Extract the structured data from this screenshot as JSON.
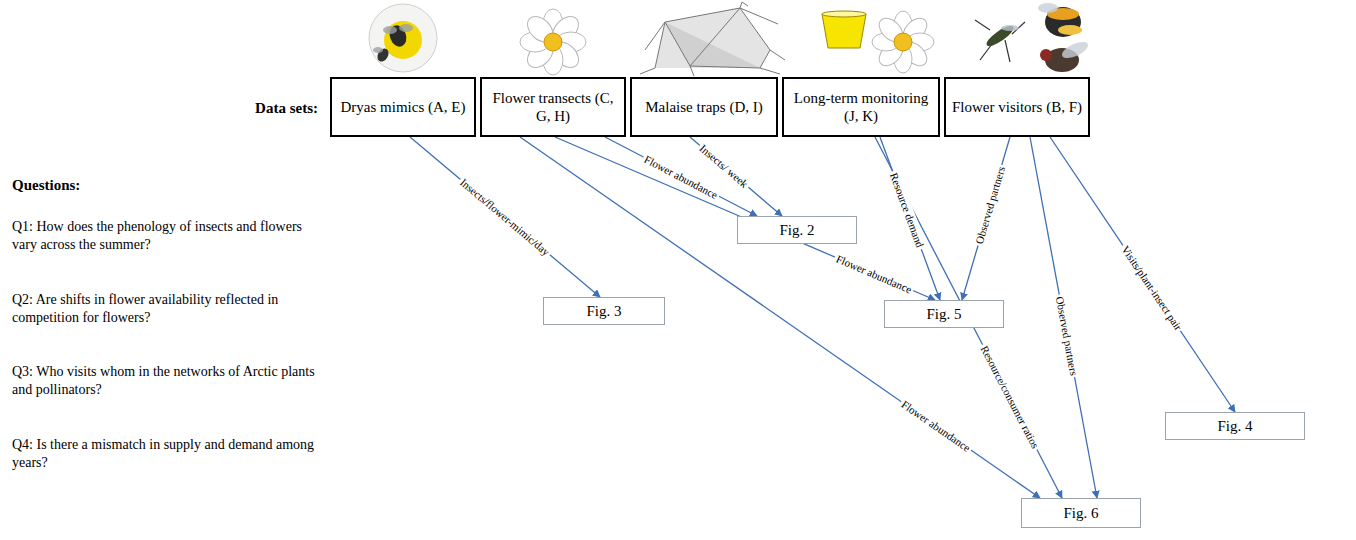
{
  "diagram": {
    "nodes": [
      {
        "text": [
          "Dryas mimics (A, E)"
        ]
      },
      {
        "text": [
          "Flower transects (C, G, H)"
        ]
      },
      {
        "text": [
          "Malaise traps (D, I)"
        ]
      },
      {
        "text": [
          "Long-term monitoring (J, K)"
        ]
      },
      {
        "text": [
          "Flower visitors (B, F)"
        ]
      },
      {
        "text": [
          "Fig. 2"
        ]
      },
      {
        "text": [
          "Fig. 3"
        ]
      },
      {
        "text": [
          "Fig. 5"
        ]
      },
      {
        "text": [
          "Fig. 4"
        ]
      },
      {
        "text": [
          "Fig. 6"
        ]
      }
    ],
    "edges": [
      {
        "from": 0,
        "to": 6,
        "label": "Insects/flower-mimic/day",
        "arrow": "to"
      },
      {
        "from": 1,
        "to": 5,
        "label": "Flower abundance",
        "arrow": "to"
      },
      {
        "from": 2,
        "to": 5,
        "label": "Insects/ week",
        "arrow": "to"
      },
      {
        "from": 1,
        "to": 7,
        "label": "Flower abundance",
        "arrow": "to"
      },
      {
        "from": 1,
        "to": 9,
        "label": "Flower abundance",
        "arrow": "to"
      },
      {
        "from": 3,
        "to": 7,
        "label": "Resource demand",
        "arrow": "to"
      },
      {
        "from": 3,
        "to": 9,
        "label": "Resource/consumer ratios",
        "arrow": "to"
      },
      {
        "from": 4,
        "to": 7,
        "label": "Observed partners",
        "arrow": "to"
      },
      {
        "from": 4,
        "to": 9,
        "label": "Observed partners",
        "arrow": "to"
      },
      {
        "from": 4,
        "to": 8,
        "label": "Visits/plant-insect pair",
        "arrow": "to"
      }
    ],
    "labels": [
      "Data sets:",
      "Questions:",
      "Q1: How does the phenology of insects and flowers vary across the summer?",
      "Q2: Are shifts in flower availability reflected in competition for flowers?",
      "Q3: Who visits whom in the networks of Arctic plants and pollinators?",
      "Q4: Is there a mismatch in supply and demand among years?"
    ]
  }
}
